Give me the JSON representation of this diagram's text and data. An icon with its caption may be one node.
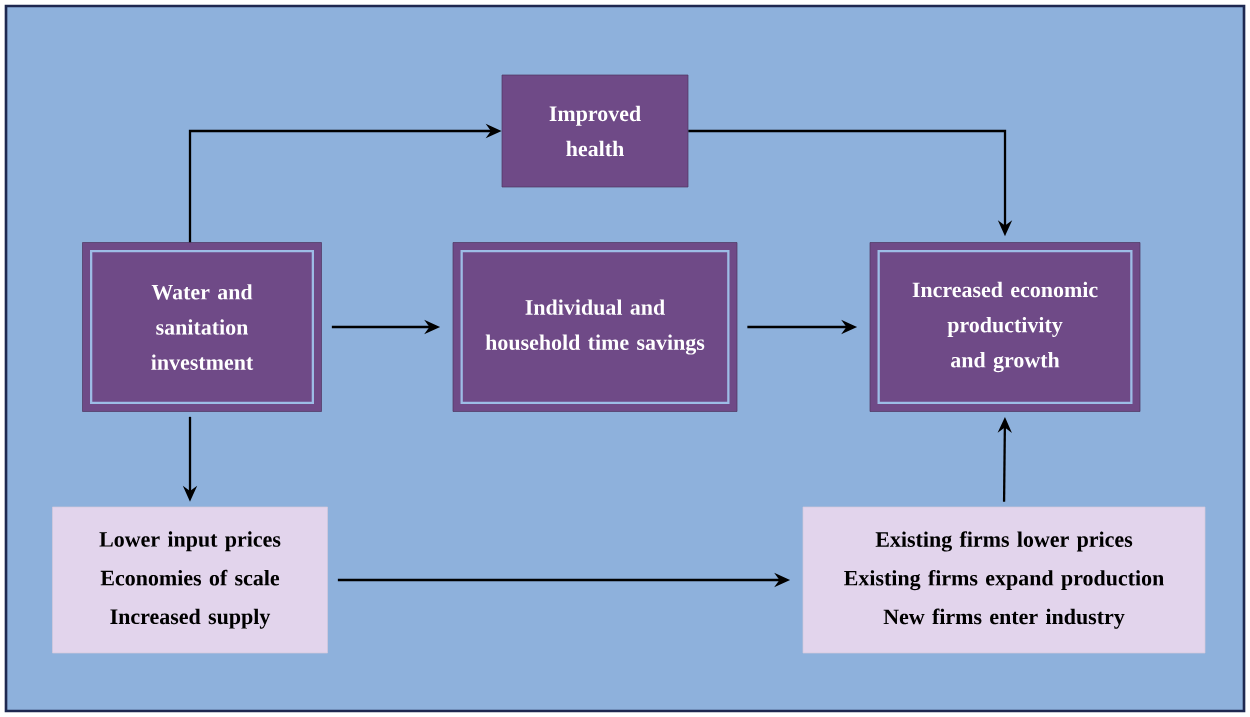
{
  "diagram": {
    "nodes": [
      {
        "text": [
          "Improved health"
        ]
      },
      {
        "text": [
          "Water and sanitation investment"
        ]
      },
      {
        "text": [
          "Individual and household time savings"
        ]
      },
      {
        "text": [
          "Increased economic productivity and growth"
        ]
      },
      {
        "text": [
          "Lower input prices",
          "Economies of scale",
          "Increased supply"
        ]
      },
      {
        "text": [
          "Existing firms lower prices",
          "Existing firms expand production",
          "New firms enter industry"
        ]
      }
    ],
    "edges": [
      {
        "from": 1,
        "to": 0,
        "arrow": "to"
      },
      {
        "from": 0,
        "to": 3,
        "arrow": "to"
      },
      {
        "from": 1,
        "to": 2,
        "arrow": "to"
      },
      {
        "from": 2,
        "to": 3,
        "arrow": "to"
      },
      {
        "from": 1,
        "to": 4,
        "arrow": "to"
      },
      {
        "from": 4,
        "to": 5,
        "arrow": "to"
      },
      {
        "from": 5,
        "to": 3,
        "arrow": "to"
      }
    ]
  }
}
